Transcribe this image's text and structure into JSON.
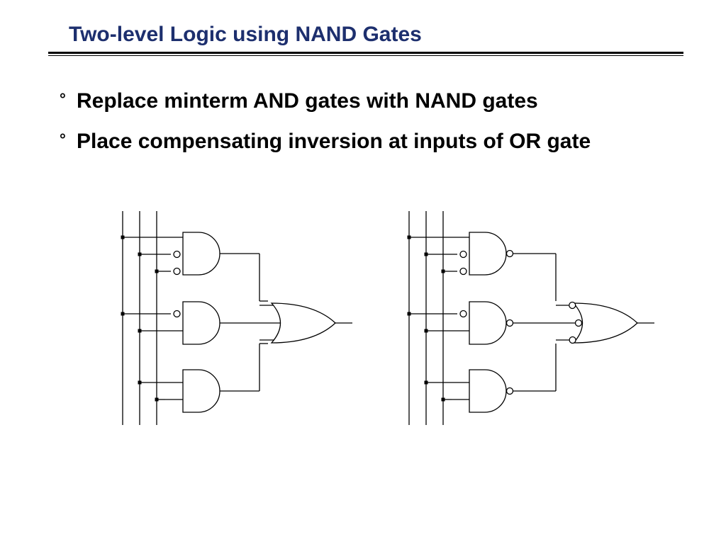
{
  "slide": {
    "title": "Two-level Logic using NAND Gates",
    "bullet_marker": "°",
    "bullets": [
      "Replace minterm AND gates with NAND gates",
      "Place compensating inversion at inputs of OR gate"
    ]
  },
  "colors": {
    "title": "#1d2f6e",
    "text": "#000000",
    "wire": "#000000"
  },
  "diagrams": [
    {
      "id": "left-circuit",
      "first_level_gate": "AND",
      "second_level_gate": "OR",
      "first_level_output_bubbles": false,
      "second_level_input_bubbles": false,
      "gate_count": 3
    },
    {
      "id": "right-circuit",
      "first_level_gate": "NAND",
      "second_level_gate": "OR",
      "first_level_output_bubbles": true,
      "second_level_input_bubbles": true,
      "gate_count": 3
    }
  ]
}
